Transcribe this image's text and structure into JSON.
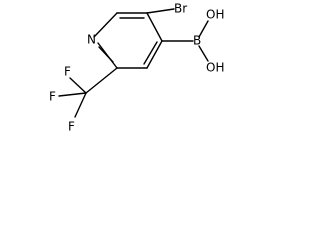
{
  "molecule": {
    "atoms": {
      "nitrogen": "N",
      "bromine": "Br",
      "boron": "B",
      "hydroxyl_1": "OH",
      "hydroxyl_2": "OH",
      "fluorine_1": "F",
      "fluorine_2": "F",
      "fluorine_3": "F"
    }
  }
}
